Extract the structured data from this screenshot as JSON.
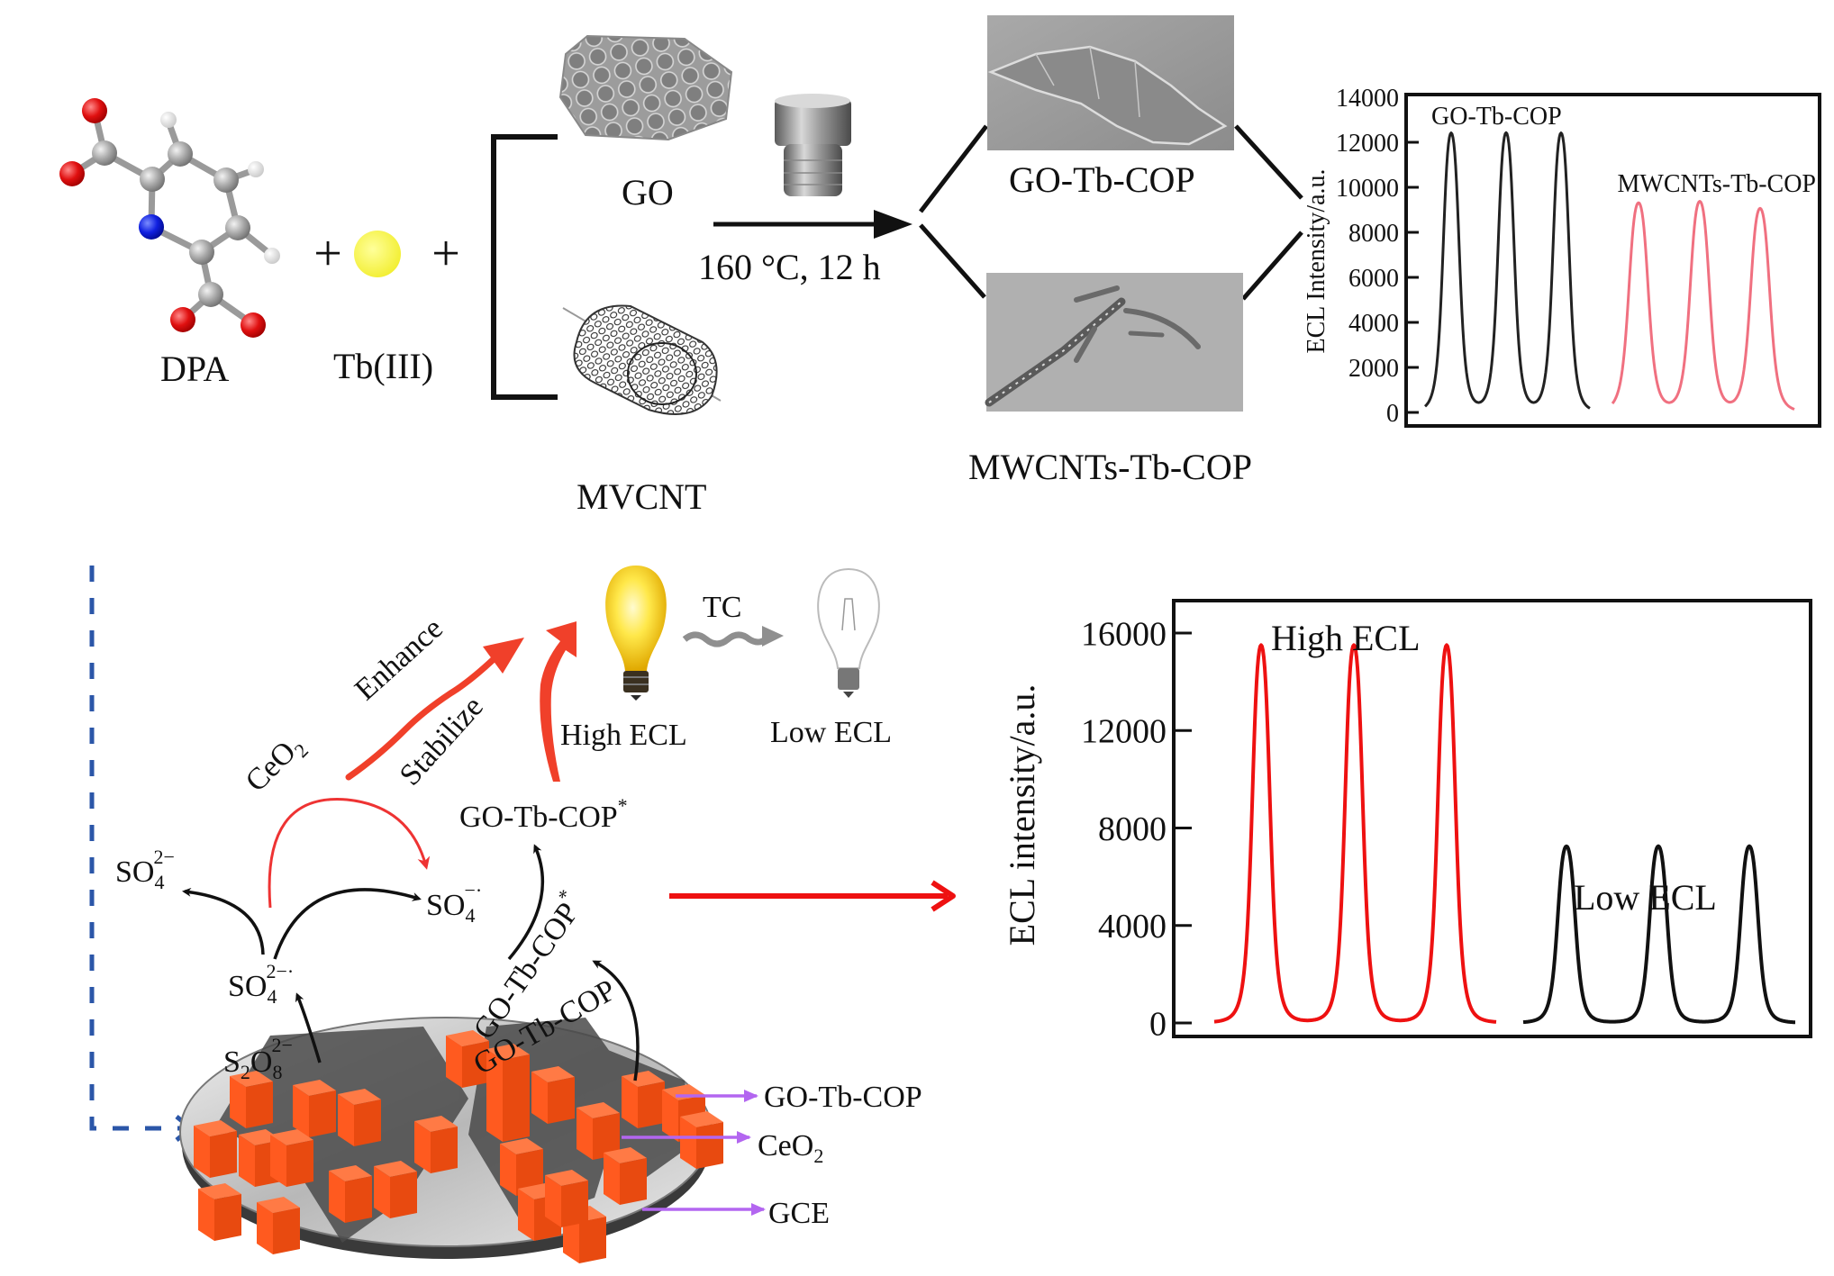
{
  "figure": {
    "synthesis": {
      "dpa_label": "DPA",
      "tb_label": "Tb(III)",
      "plus_sign": "+",
      "go_label": "GO",
      "mvcnt_label": "MVCNT",
      "condition_label": "160 °C, 12 h",
      "product_go_label": "GO-Tb-COP",
      "product_mwcnt_label": "MWCNTs-Tb-COP"
    },
    "mechanism": {
      "so4_2minus": {
        "base": "SO",
        "sub": "4",
        "sup": "2−"
      },
      "so4_2minus_radical": {
        "base": "SO",
        "sub": "4",
        "sup": "2−·"
      },
      "so4_minus_radical": {
        "base": "SO",
        "sub": "4",
        "sup": "−·"
      },
      "s2o8": {
        "base1": "S",
        "sub1": "2",
        "base2": "O",
        "sub2": "8",
        "sup": "2−"
      },
      "ceo2_label": {
        "base": "CeO",
        "sub": "2"
      },
      "enhance_label": "Enhance",
      "stabilize_label": "Stabilize",
      "excited_state_top": {
        "base": "GO-Tb-COP",
        "sup": "*"
      },
      "excited_state_rotated": {
        "base": "GO-Tb-COP",
        "sup": "*"
      },
      "ground_state_rotated": "GO-Tb-COP",
      "tc_label": "TC",
      "high_ecl_label": "High ECL",
      "low_ecl_label": "Low ECL",
      "electrode_labels": {
        "go_tb_cop": "GO-Tb-COP",
        "ceo2": {
          "base": "CeO",
          "sub": "2"
        },
        "gce": "GCE"
      }
    },
    "colors": {
      "red": "#ee1111",
      "arrow_red": "#f0402a",
      "black": "#111111",
      "purple": "#b366f0",
      "blue_dash": "#2b56a8",
      "cube_orange": "#ff5a1f",
      "bulb_yellow": "#ffe14a",
      "pale_red": "#f07080",
      "gray_arrow": "#8f8f8f"
    }
  },
  "chart_data": [
    {
      "type": "line",
      "title": "",
      "xlabel": "",
      "ylabel": "ECL Intensity/a.u.",
      "ylim": [
        0,
        14000
      ],
      "yticks": [
        "0",
        "2000",
        "4000",
        "6000",
        "8000",
        "10000",
        "12000",
        "14000"
      ],
      "ytick_values": [
        0,
        2000,
        4000,
        6000,
        8000,
        10000,
        12000,
        14000
      ],
      "grid": false,
      "series": [
        {
          "name": "GO-Tb-COP",
          "color": "#222222",
          "peaks": [
            12400,
            12400,
            12400
          ]
        },
        {
          "name": "MWCNTs-Tb-COP",
          "color": "#f07080",
          "peaks": [
            9300,
            9350,
            9050
          ]
        }
      ]
    },
    {
      "type": "line",
      "title": "",
      "xlabel": "",
      "ylabel": "ECL intensity/a.u.",
      "ylim": [
        0,
        17000
      ],
      "yticks": [
        "0",
        "4000",
        "8000",
        "12000",
        "16000"
      ],
      "ytick_values": [
        0,
        4000,
        8000,
        12000,
        16000
      ],
      "grid": false,
      "series": [
        {
          "name": "High ECL",
          "color": "#ee1111",
          "peaks": [
            15500,
            15500,
            15500
          ]
        },
        {
          "name": "Low ECL",
          "color": "#111111",
          "peaks": [
            7250,
            7250,
            7250
          ]
        }
      ]
    }
  ]
}
